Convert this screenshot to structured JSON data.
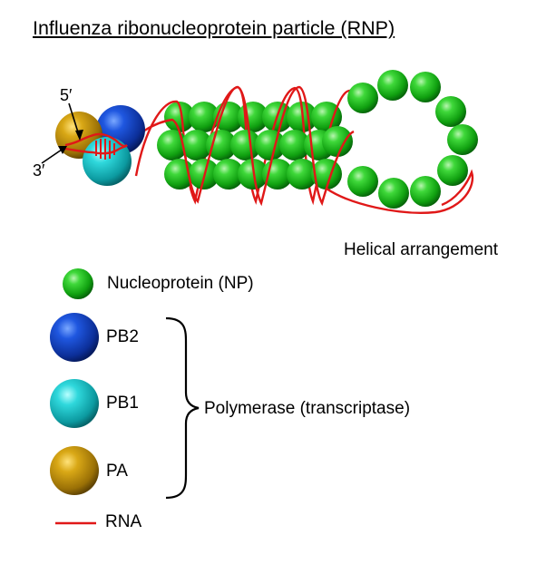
{
  "title": "Influenza ribonucleoprotein particle (RNP)",
  "diagram": {
    "end_labels": {
      "five_prime": "5′",
      "three_prime": "3′"
    },
    "arrangement_label": "Helical arrangement"
  },
  "legend": {
    "np": "Nucleoprotein (NP)",
    "pb2": "PB2",
    "pb1": "PB1",
    "pa": "PA",
    "polymerase": "Polymerase (transcriptase)",
    "rna": "RNA"
  },
  "colors": {
    "np": "#1fb81f",
    "pb2": "#1746c8",
    "pb1": "#16bcbf",
    "pa": "#c49a0f",
    "rna": "#e01818"
  }
}
